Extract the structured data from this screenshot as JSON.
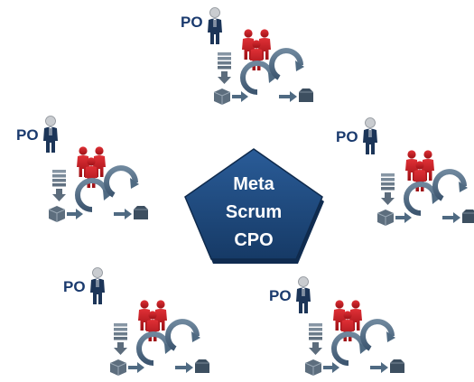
{
  "center": {
    "lines": [
      "Meta",
      "Scrum",
      "CPO"
    ]
  },
  "teams": [
    {
      "id": "top",
      "po_label": "PO"
    },
    {
      "id": "left",
      "po_label": "PO"
    },
    {
      "id": "right",
      "po_label": "PO"
    },
    {
      "id": "bottom-left",
      "po_label": "PO"
    },
    {
      "id": "bottom-right",
      "po_label": "PO"
    }
  ],
  "colors": {
    "center_fill": "#1f4a80",
    "center_dark": "#163a66",
    "team_red": "#c8161d",
    "cycle_gray": "#4f6a82",
    "backlog_gray": "#7a8a99",
    "po_navy": "#1a3a6e"
  },
  "icons": {
    "team_members": "people-group-icon",
    "sprint_cycle": "scrum-cycle-icon",
    "backlog": "backlog-stack-icon",
    "product_owner": "person-icon",
    "increment": "product-box-icon"
  }
}
